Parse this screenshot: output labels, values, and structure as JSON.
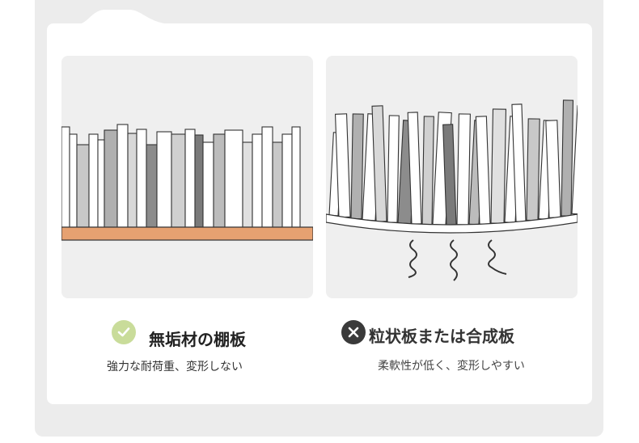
{
  "colors": {
    "shelf_solid": "#e6a171",
    "check": "#c9dc9a",
    "cross": "#3a3a3a"
  },
  "icons": {
    "good": "checkmark-icon",
    "bad": "cross-icon"
  },
  "left": {
    "title": "無垢材の棚板",
    "subtitle": "強力な耐荷重、変形しない"
  },
  "right": {
    "title": "粒状板または合成板",
    "subtitle": "柔軟性が低く、変形しやすい"
  }
}
